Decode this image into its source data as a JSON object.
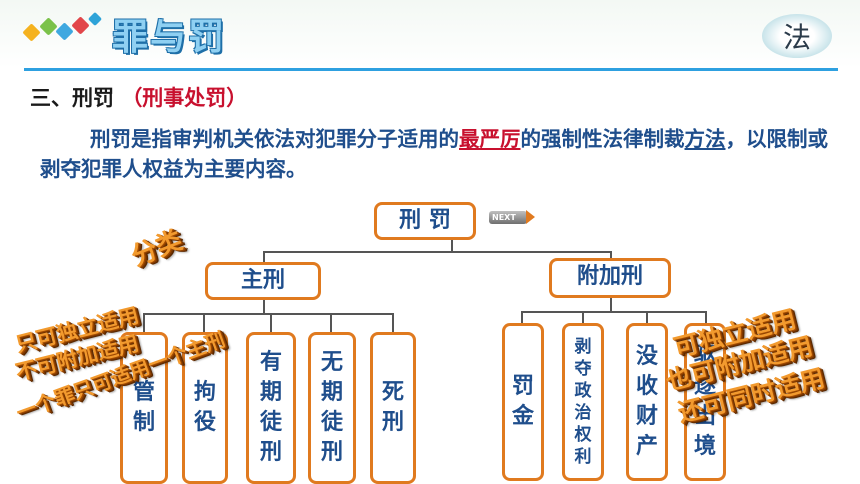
{
  "header": {
    "title": "罪与罚",
    "logo_char": "法"
  },
  "section": {
    "heading": "三、刑罚",
    "heading_paren": "（刑事处罚）",
    "para_part1": "刑罚是指审判机关依法对犯罪分子适用的",
    "para_highlight": "最严厉",
    "para_part2": "的强制性法律制裁",
    "para_part3": "方法",
    "para_part4": "，以限制或剥夺犯罪人权益为主要内容。"
  },
  "tree": {
    "root": "刑 罚",
    "next_label": "NEXT",
    "main": {
      "label": "主刑",
      "items": [
        [
          "管",
          "制"
        ],
        [
          "拘",
          "役"
        ],
        [
          "有",
          "期",
          "徒",
          "刑"
        ],
        [
          "无",
          "期",
          "徒",
          "刑"
        ],
        [
          "死",
          "刑"
        ]
      ]
    },
    "additional": {
      "label": "附加刑",
      "items": [
        [
          "罚",
          "金"
        ],
        [
          "剥",
          "夺",
          "政",
          "治",
          "权",
          "利"
        ],
        [
          "没",
          "收",
          "财",
          "产"
        ],
        [
          "驱",
          "逐",
          "出",
          "境"
        ]
      ]
    }
  },
  "annotations": {
    "classify": "分类",
    "main_rule_1": "只可独立适用",
    "main_rule_2": "不可附加适用",
    "main_rule_3": "一个罪只可适用一个主刑",
    "add_rule_1": "可独立适用",
    "add_rule_2": "也可附加适用",
    "add_rule_3": "还可同时适用"
  },
  "colors": {
    "accent": "#e07a1f",
    "text_blue": "#1f4e8c",
    "red": "#c8102e",
    "title_blue": "#2ea0e0"
  }
}
